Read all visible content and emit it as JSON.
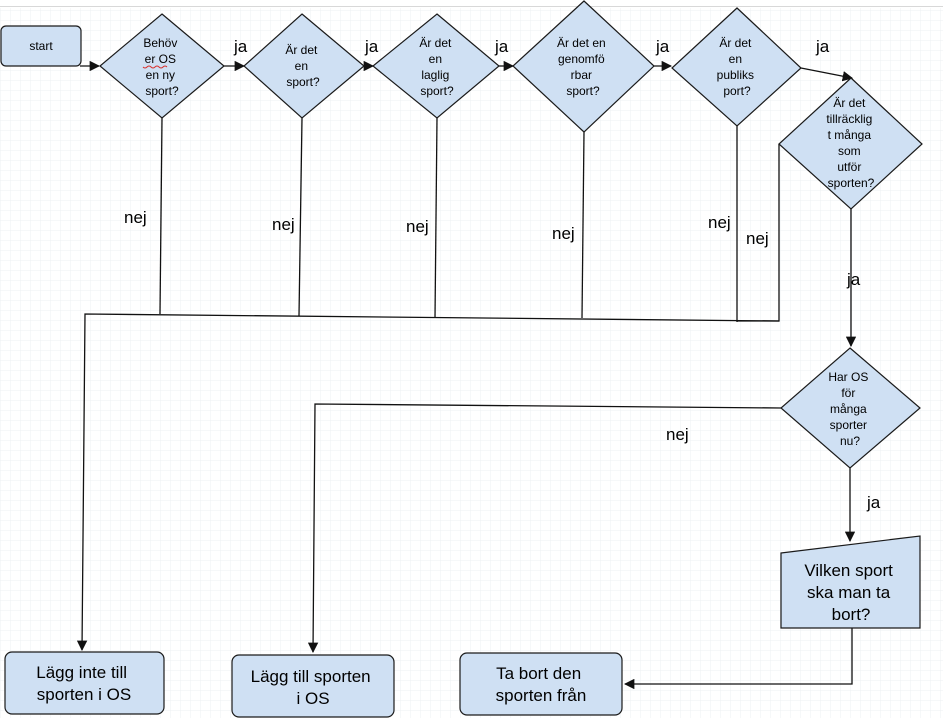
{
  "colors": {
    "node_fill": "#cfe0f3",
    "node_stroke": "#1a1a1a",
    "line": "#111111",
    "grid": "#eef0f3"
  },
  "nodes": {
    "start": {
      "lines": [
        "start"
      ]
    },
    "q1": {
      "lines": [
        "Behöv",
        "er OS",
        "en ny",
        "sport?"
      ]
    },
    "q2": {
      "lines": [
        "Är det",
        "en",
        "sport?"
      ]
    },
    "q3": {
      "lines": [
        "Är det",
        "en",
        "laglig",
        "sport?"
      ]
    },
    "q4": {
      "lines": [
        "Är det en",
        "genomfö",
        "rbar",
        "sport?"
      ]
    },
    "q5": {
      "lines": [
        "Är det",
        "en",
        "publiks",
        "port?"
      ]
    },
    "q6": {
      "lines": [
        "Är det",
        "tillräcklig",
        "t många",
        "som",
        "utför",
        "sporten?"
      ]
    },
    "q7": {
      "lines": [
        "Har OS",
        "för",
        "många",
        "sporter",
        "nu?"
      ]
    },
    "input": {
      "lines": [
        "Vilken sport",
        "ska man ta",
        "bort?"
      ]
    },
    "end1": {
      "lines": [
        "Lägg inte till",
        "sporten i OS"
      ]
    },
    "end2": {
      "lines": [
        "Lägg till sporten",
        "i OS"
      ]
    },
    "end3": {
      "lines": [
        "Ta bort den",
        "sporten från"
      ]
    }
  },
  "edge_labels": {
    "ja1": "ja",
    "ja2": "ja",
    "ja3": "ja",
    "ja4": "ja",
    "ja5": "ja",
    "ja6": "ja",
    "ja7": "ja",
    "nej1": "nej",
    "nej2": "nej",
    "nej3": "nej",
    "nej4": "nej",
    "nej5": "nej",
    "nej6": "nej",
    "nej7": "nej"
  }
}
